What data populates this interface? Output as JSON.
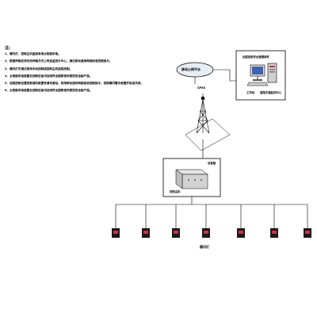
{
  "notes": {
    "title": "注:",
    "lines": [
      "1、爆闪灯、控制主机直接采用太阳能供电。",
      "2、数据传输支持无线传输方式上传至监控分中心，通过移动通用网络接收控制指令。",
      "3、爆闪灯可通过现场手动控制或控制主机远程控制。",
      "4、太阳能供电装置及控制设备均选用符合国家相关规范的合格产品。",
      "5、远程控制设置控制通讯装置有通讯基站，采用移动通讯网络接收控制指令，控制爆闪警示装置开启或关闭。",
      "6、太阳能供电装置及控制设备均选用符合国家相关规范的合格产品。"
    ]
  },
  "labels": {
    "mobile_network": "移动公网平台",
    "gprs": "GPRS",
    "platform_title": "远程控制平台管理软件",
    "workstation": "工作站",
    "monitoring_center": "道路交通监控中心",
    "device_box": "设备箱",
    "control_host": "控制主机",
    "strobe_light": "爆闪灯"
  },
  "colors": {
    "line": "#000000",
    "ellipse_fill": "#e9eef6",
    "screen_blue": "#3f63b0",
    "light_head": "#1a1a1a",
    "light_accent": "#c8324a"
  }
}
